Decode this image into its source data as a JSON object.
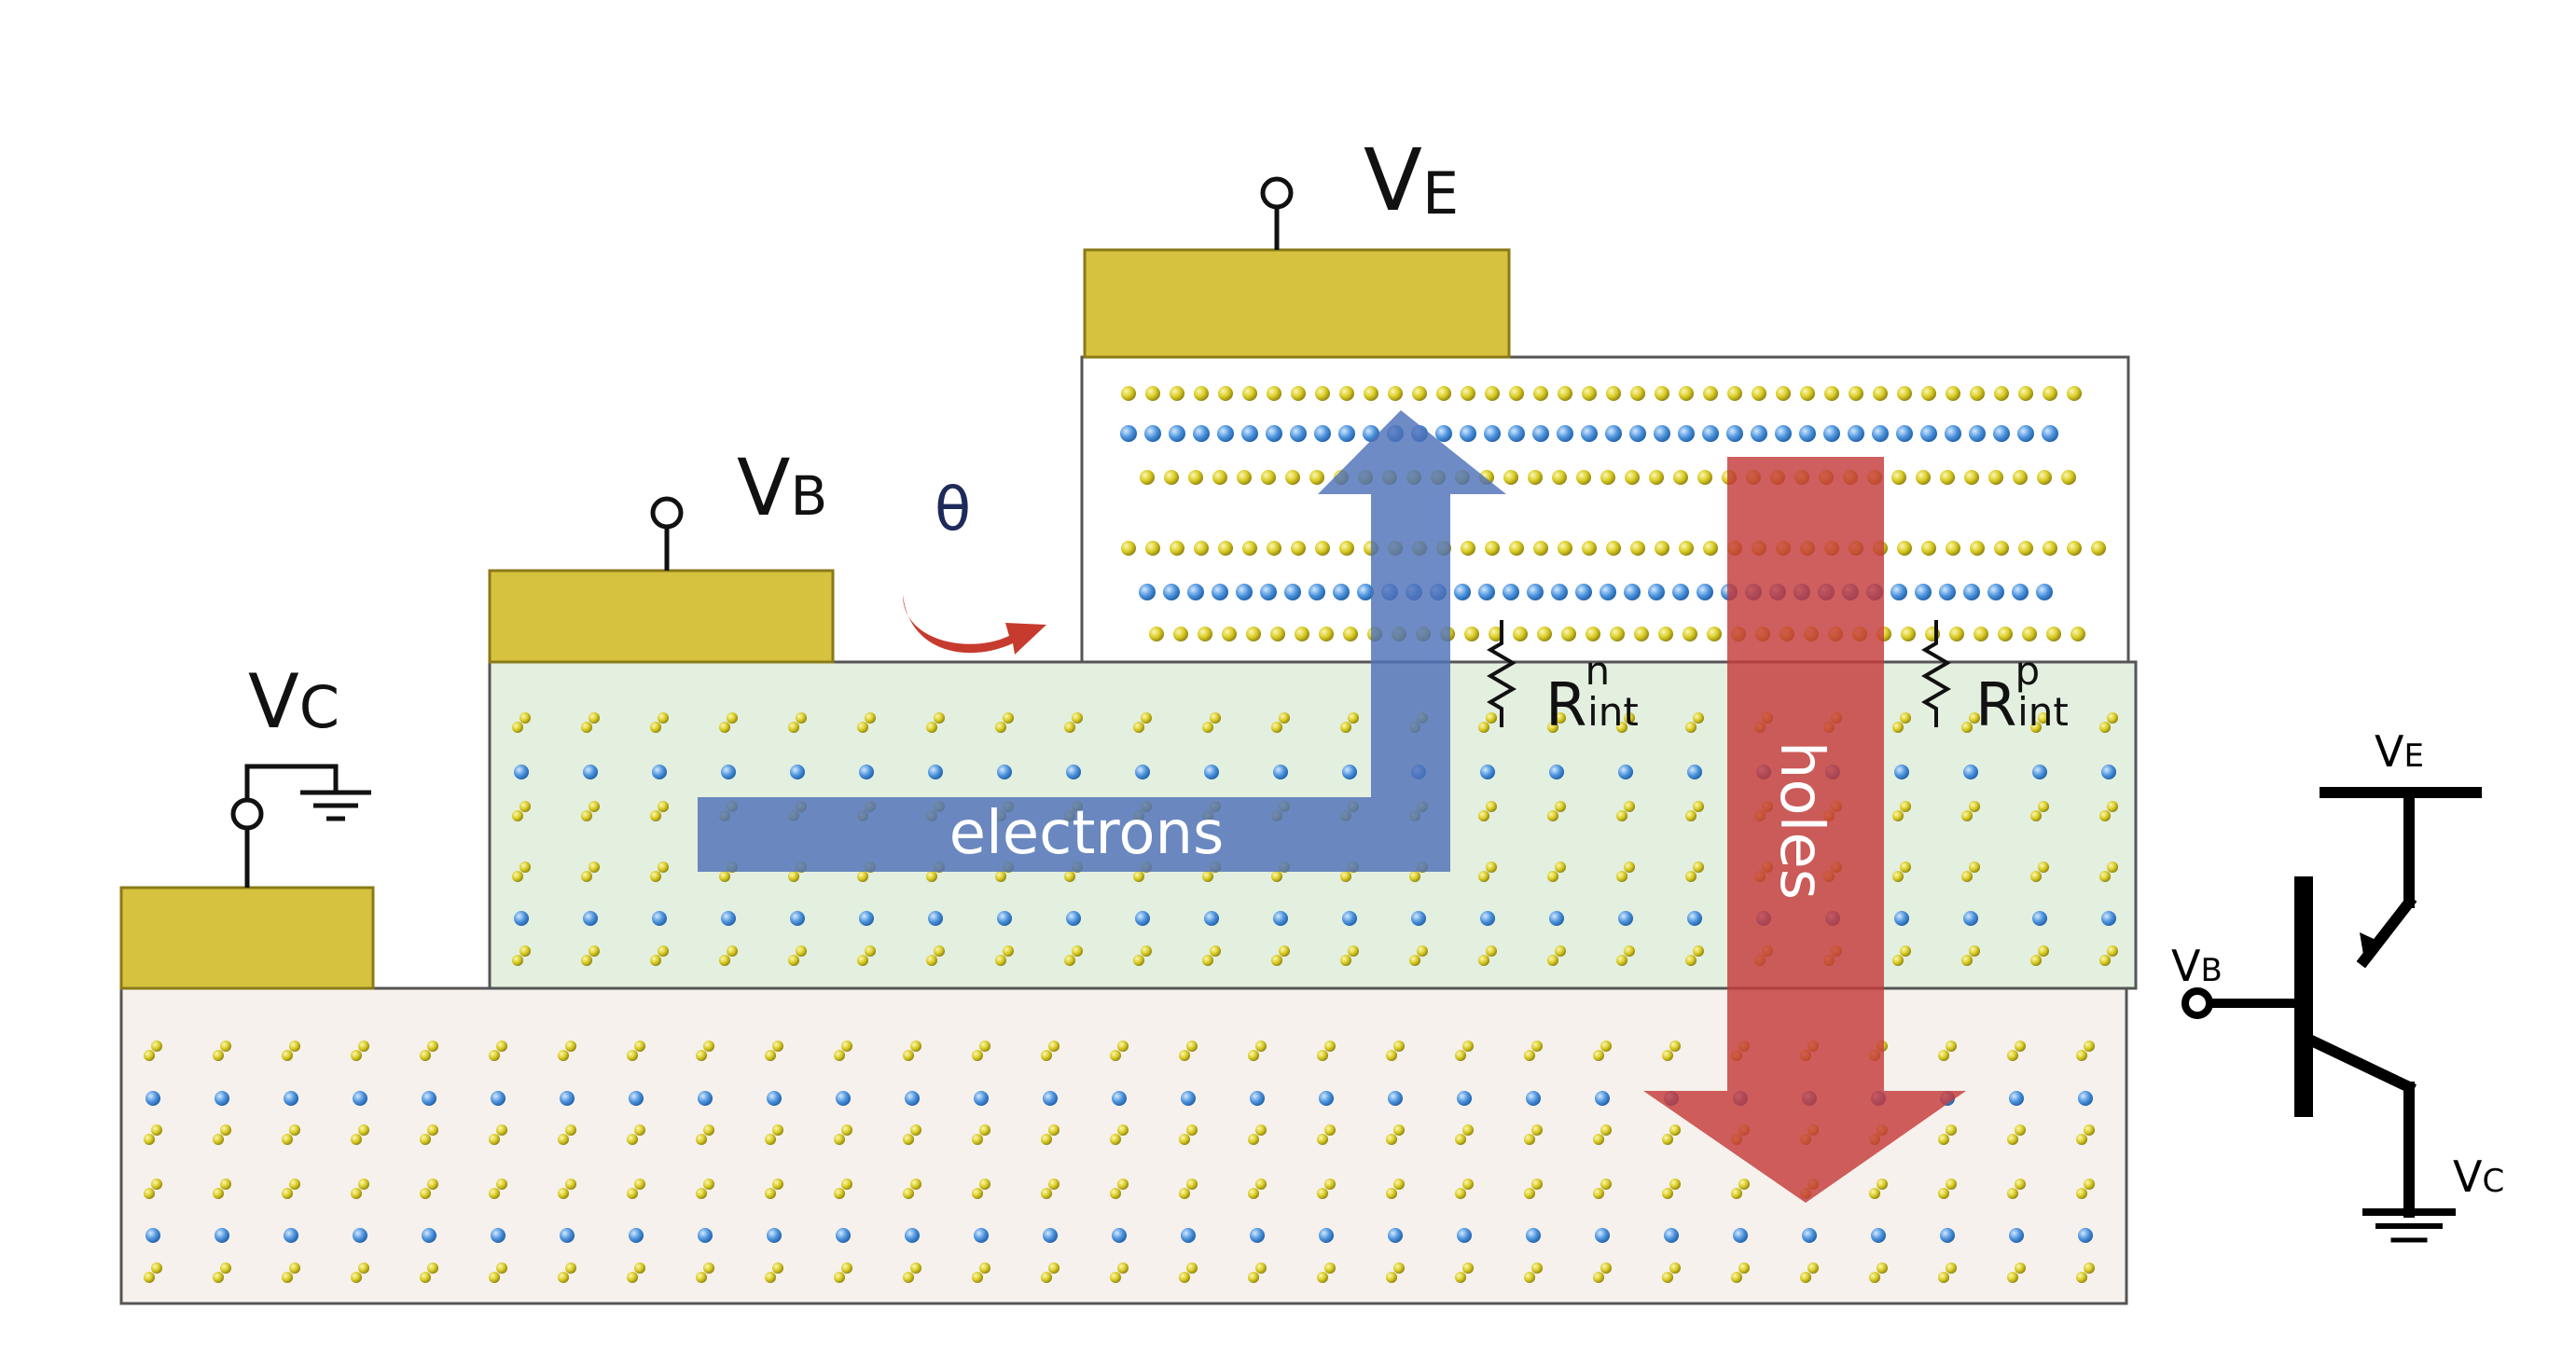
{
  "labels": {
    "vc": {
      "main": "V",
      "sub": "C"
    },
    "vb": {
      "main": "V",
      "sub": "B"
    },
    "ve": {
      "main": "V",
      "sub": "E"
    },
    "theta": "θ",
    "electrons": "electrons",
    "holes": "holes",
    "r_int_n": {
      "main": "R",
      "sub": "int",
      "sup": "n"
    },
    "r_int_p": {
      "main": "R",
      "sub": "int",
      "sup": "p"
    }
  },
  "circuit": {
    "ve": {
      "main": "V",
      "sub": "E"
    },
    "vb": {
      "main": "V",
      "sub": "B"
    },
    "vc": {
      "main": "V",
      "sub": "C"
    }
  },
  "colors": {
    "contact": "#d6c23e",
    "contact_border": "#8a7a18",
    "base_layer": "#e3efdf",
    "collector_layer": "#f6f1ec",
    "emitter_layer": "#ffffff",
    "layer_border": "#555555",
    "atom_yellow": "#d9cb22",
    "atom_blue": "#4d94dd",
    "electron_arrow": "#4f72b8",
    "hole_arrow": "#c53b3b",
    "theta_arrow": "#c73a2e"
  }
}
